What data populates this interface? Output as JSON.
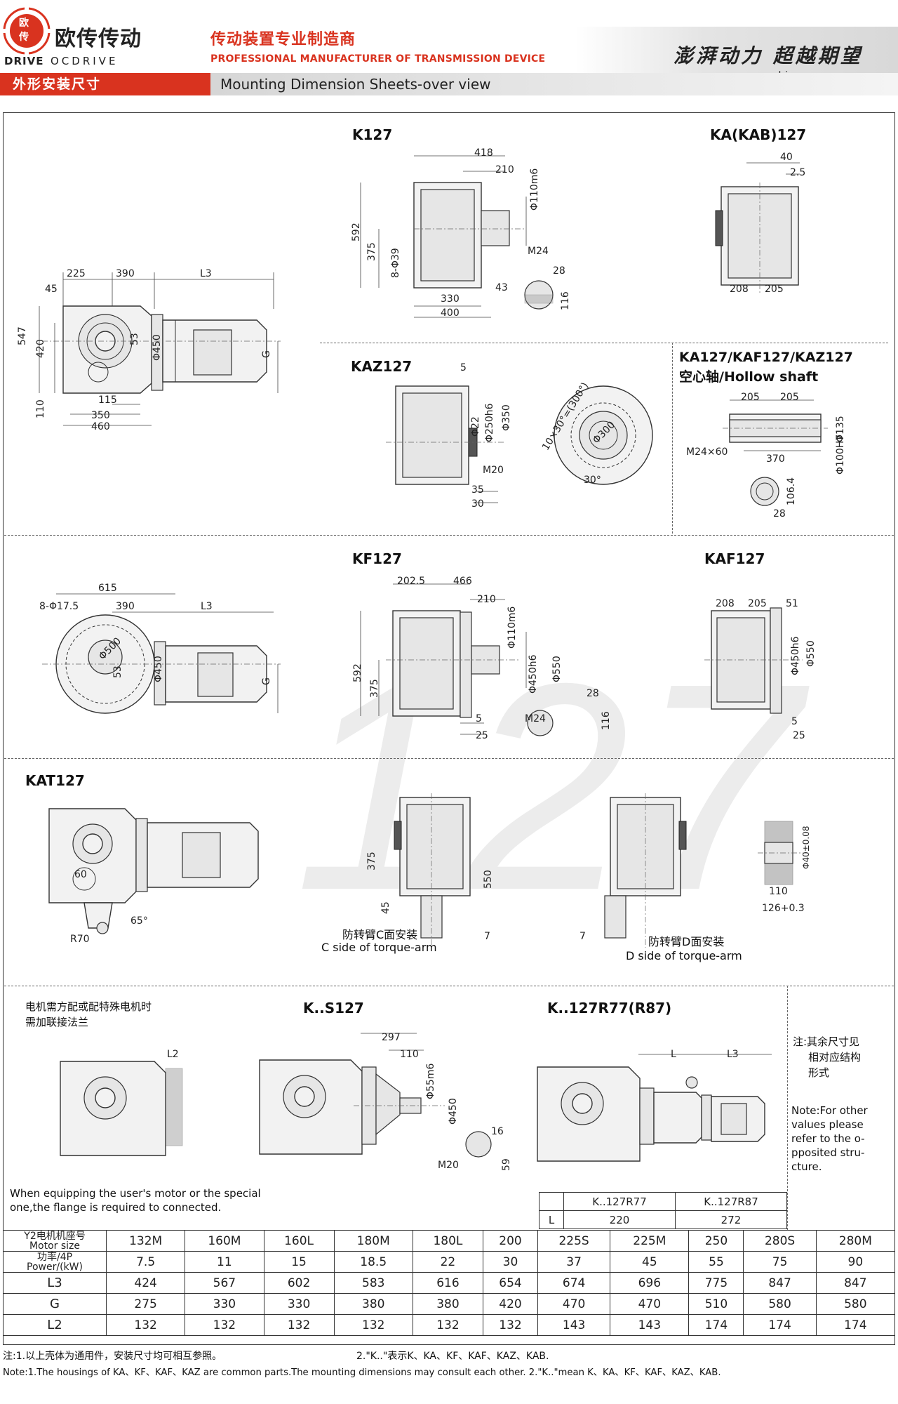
{
  "header": {
    "logo_badge_top": "欧",
    "logo_badge_bottom": "传",
    "logo_cn": "欧传传动",
    "logo_en1": "DRIVE",
    "logo_en2": "OCDRIVE",
    "tagline_cn": "传动装置专业制造商",
    "tagline_en": "PROFESSIONAL MANUFACTURER OF TRANSMISSION DEVICE",
    "slogan": "澎湃动力 超越期望",
    "website": "www.oc-drive.com",
    "tab_cn": "外形安装尺寸",
    "tab_en": "Mounting Dimension Sheets-over view"
  },
  "watermark": "127",
  "sections": {
    "k127": {
      "title": "K127",
      "dims": [
        "418",
        "210",
        "Φ110m6",
        "592",
        "375",
        "8-Φ39",
        "M24",
        "28",
        "116",
        "330",
        "43",
        "400"
      ]
    },
    "ka127": {
      "title": "KA(KAB)127",
      "dims": [
        "40",
        "2.5",
        "208",
        "205"
      ]
    },
    "left1": {
      "dims": [
        "225",
        "390",
        "L3",
        "45",
        "547",
        "420",
        "53",
        "Φ450",
        "G",
        "110",
        "115",
        "350",
        "460"
      ]
    },
    "kaz127": {
      "title": "KAZ127",
      "dims": [
        "5",
        "Φ250h6",
        "Φ22",
        "Φ350",
        "M20",
        "35",
        "30",
        "10×30°=(300°)",
        "Φ300",
        "30°"
      ]
    },
    "hollow": {
      "title": "KA127/KAF127/KAZ127",
      "subtitle": "空心轴/Hollow shaft",
      "dims": [
        "205",
        "205",
        "Φ135",
        "M24×60",
        "370",
        "Φ100H7",
        "106.4",
        "28"
      ]
    },
    "kf127": {
      "title": "KF127",
      "dims": [
        "202.5",
        "466",
        "210",
        "Φ110m6",
        "592",
        "375",
        "Φ450h6",
        "Φ550",
        "M24",
        "28",
        "116",
        "5",
        "25"
      ]
    },
    "left2": {
      "dims": [
        "615",
        "8-Φ17.5",
        "390",
        "L3",
        "Φ500",
        "53",
        "Φ450",
        "G"
      ]
    },
    "kaf127": {
      "title": "KAF127",
      "dims": [
        "208",
        "205",
        "51",
        "Φ450h6",
        "Φ550",
        "5",
        "25"
      ]
    },
    "kat127": {
      "title": "KAT127",
      "dims": [
        "60",
        "65°",
        "R70",
        "375",
        "550",
        "45",
        "7",
        "7",
        "Φ40±0.08",
        "110",
        "126+0.3"
      ],
      "c_label_cn": "防转臂C面安装",
      "c_label_en": "C side of torque-arm",
      "d_label_cn": "防转臂D面安装",
      "d_label_en": "D side of torque-arm"
    },
    "motor_note": {
      "cn_line1": "电机需方配或配特殊电机时",
      "cn_line2": "需加联接法兰",
      "dims": [
        "L2"
      ],
      "en_line1": "When equipping the user's motor or the special",
      "en_line2": "one,the flange is required to connected."
    },
    "ks127": {
      "title": "K..S127",
      "dims": [
        "297",
        "110",
        "Φ55m6",
        "Φ450",
        "16",
        "M20",
        "59"
      ]
    },
    "kr127": {
      "title": "K..127R77(R87)",
      "dims": [
        "L",
        "L3"
      ]
    },
    "side_note": {
      "cn_lines": [
        "注:其余尺寸见",
        "相对应结构",
        "形式"
      ],
      "en_lines": [
        "Note:For other",
        "values please",
        "refer to the o-",
        "pposited stru-",
        "cture."
      ]
    }
  },
  "r_table": {
    "headers": [
      "",
      "K..127R77",
      "K..127R87"
    ],
    "rows": [
      [
        "L",
        "220",
        "272"
      ]
    ]
  },
  "motor_table": {
    "row_headers": {
      "size_cn": "Y2电机机座号",
      "size_en": "Motor size",
      "power_cn": "功率/4P",
      "power_en": "Power/(kW)",
      "l3": "L3",
      "g": "G",
      "l2": "L2"
    },
    "sizes": [
      "132M",
      "160M",
      "160L",
      "180M",
      "180L",
      "200",
      "225S",
      "225M",
      "250",
      "280S",
      "280M"
    ],
    "power": [
      "7.5",
      "11",
      "15",
      "18.5",
      "22",
      "30",
      "37",
      "45",
      "55",
      "75",
      "90"
    ],
    "l3": [
      "424",
      "567",
      "602",
      "583",
      "616",
      "654",
      "674",
      "696",
      "775",
      "847",
      "847"
    ],
    "g": [
      "275",
      "330",
      "330",
      "380",
      "380",
      "420",
      "470",
      "470",
      "510",
      "580",
      "580"
    ],
    "l2": [
      "132",
      "132",
      "132",
      "132",
      "132",
      "132",
      "143",
      "143",
      "174",
      "174",
      "174"
    ]
  },
  "footer": {
    "note_cn_1": "注:1.以上壳体为通用件，安装尺寸均可相互参照。",
    "note_cn_2": "2.\"K..\"表示K、KA、KF、KAF、KAZ、KAB.",
    "note_en": "Note:1.The housings of KA、KF、KAF、KAZ are common parts.The mounting dimensions may consult each other. 2.\"K..\"mean K、KA、KF、KAF、KAZ、KAB."
  }
}
